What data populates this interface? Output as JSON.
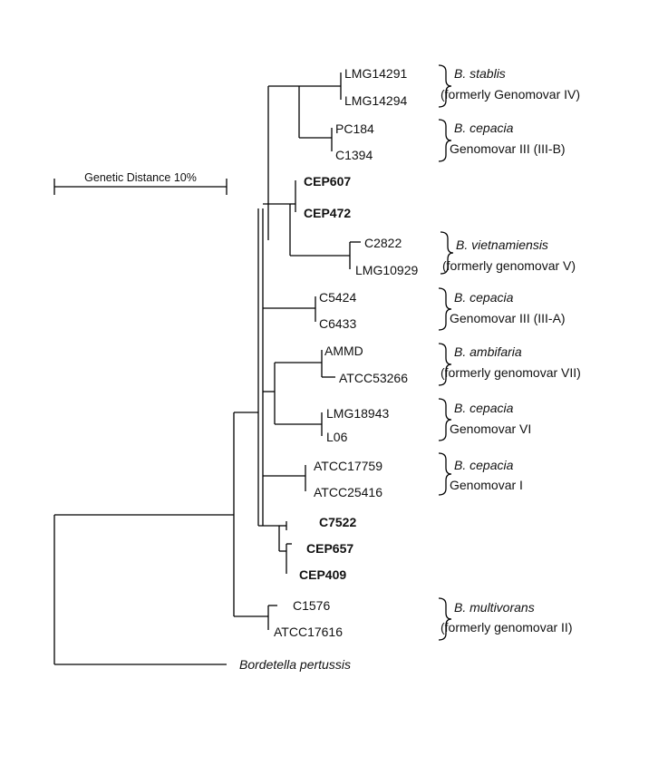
{
  "scale_bar": {
    "label": "Genetic Distance 10%"
  },
  "taxa": {
    "lmg14291": "LMG14291",
    "lmg14294": "LMG14294",
    "pc184": "PC184",
    "c1394": "C1394",
    "cep607": "CEP607",
    "cep472": "CEP472",
    "c2822": "C2822",
    "lmg10929": "LMG10929",
    "c5424": "C5424",
    "c6433": "C6433",
    "ammd": "AMMD",
    "atcc53266": "ATCC53266",
    "lmg18943": "LMG18943",
    "l06": "L06",
    "atcc17759": "ATCC17759",
    "atcc25416": "ATCC25416",
    "c7522": "C7522",
    "cep657": "CEP657",
    "cep409": "CEP409",
    "c1576": "C1576",
    "atcc17616": "ATCC17616",
    "bordetella": "Bordetella pertussis"
  },
  "groups": [
    {
      "species": "B. stablis",
      "detail": "(formerly Genomovar IV)"
    },
    {
      "species": "B. cepacia",
      "detail": "Genomovar III (III-B)"
    },
    {
      "species": "B. vietnamiensis",
      "detail": "(formerly genomovar V)"
    },
    {
      "species": "B. cepacia",
      "detail": "Genomovar III (III-A)"
    },
    {
      "species": "B. ambifaria",
      "detail": "(formerly genomovar VII)"
    },
    {
      "species": "B. cepacia",
      "detail": "Genomovar VI"
    },
    {
      "species": "B. cepacia",
      "detail": "Genomovar I"
    },
    {
      "species": "B. multivorans",
      "detail": "(formerly genomovar II)"
    }
  ]
}
